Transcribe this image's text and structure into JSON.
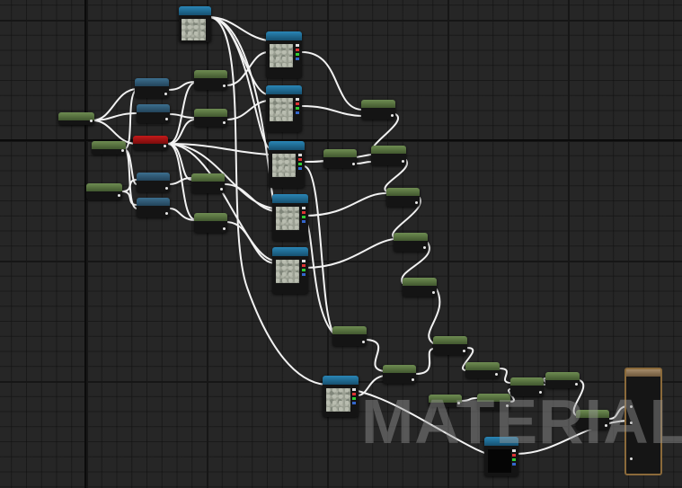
{
  "editor": {
    "watermark_text": "MATERIAL",
    "colors": {
      "background": "#262626",
      "wire": "#f2f2f2",
      "scalar_node_header": "#5f7d46",
      "math_node_header": "#34607e",
      "vector_param_header": "#b81818",
      "texture_node_header": "#2a86b6",
      "result_node_border": "#8b6a3a"
    },
    "node_types": {
      "scalar": "scalar-node",
      "math": "math-node",
      "vector_param": "vector-parameter-node",
      "texture": "texture-sample-node",
      "result": "material-result-node"
    }
  }
}
